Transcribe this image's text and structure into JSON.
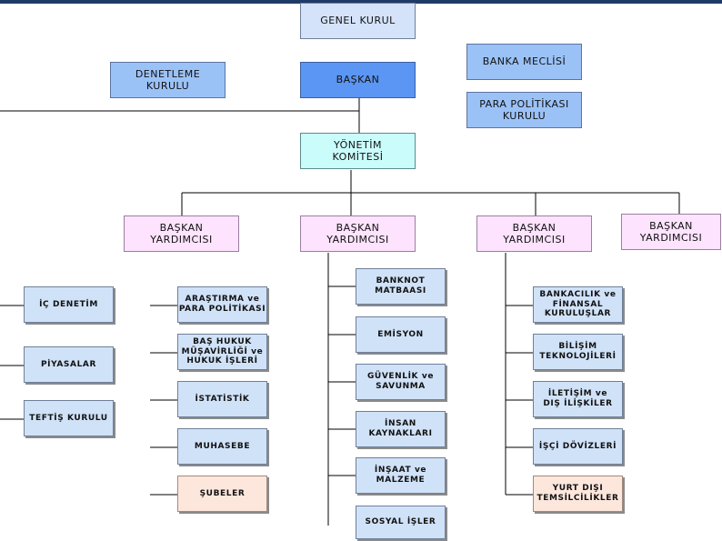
{
  "org_chart": {
    "top": {
      "genel_kurul": "GENEL KURUL",
      "denetleme_kurulu": "DENETLEME\nKURULU",
      "baskan": "BAŞKAN",
      "banka_meclisi": "BANKA MECLİSİ",
      "para_politikasi_kurulu": "PARA POLİTİKASI\nKURULU",
      "yonetim_komitesi": "YÖNETİM\nKOMİTESİ"
    },
    "vice_presidents": [
      "BAŞKAN\nYARDIMCISI",
      "BAŞKAN\nYARDIMCISI",
      "BAŞKAN\nYARDIMCISI",
      "BAŞKAN\nYARDIMCISI"
    ],
    "left_units": [
      "İÇ DENETİM",
      "PİYASALAR",
      "TEFTİŞ KURULU"
    ],
    "vp1_units": [
      "ARAŞTIRMA ve\nPARA POLİTİKASI",
      "BAŞ HUKUK\nMÜŞAVİRLİĞİ ve\nHUKUK İŞLERİ",
      "İSTATİSTİK",
      "MUHASEBE",
      "ŞUBELER"
    ],
    "vp2_units": [
      "BANKNOT\nMATBAASI",
      "EMİSYON",
      "GÜVENLİK ve\nSAVUNMA",
      "İNSAN\nKAYNAKLARI",
      "İNŞAAT ve\nMALZEME",
      "SOSYAL İŞLER"
    ],
    "vp3_units": [
      "BANKACILIK ve\nFİNANSAL\nKURULUŞLAR",
      "BİLİŞİM\nTEKNOLOJİLERİ",
      "İLETİŞİM ve\nDIŞ İLİŞKİLER",
      "İŞÇİ DÖVİZLERİ",
      "YURT DIŞI\nTEMSİLCİLİKLER"
    ]
  },
  "colors": {
    "header_bar": "#1f3a66",
    "light_blue": "#d4e3fa",
    "mid_blue": "#9bc2f7",
    "dark_blue": "#5b96f4",
    "cyan": "#cafcfc",
    "pink": "#fde3fd",
    "peach": "#fde7dd",
    "connector": "#000000"
  }
}
